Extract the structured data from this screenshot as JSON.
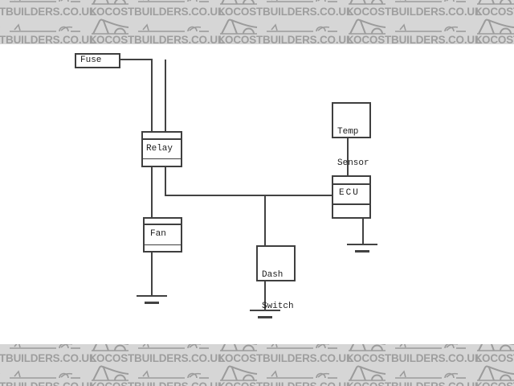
{
  "colors": {
    "diagram_bg": "#ffffff",
    "banner_bg": "#d6d6d6",
    "banner_text": "#9e9e9e",
    "car_sketch": "#9b9b9b",
    "wire": "#424242",
    "box_border": "#3f3f3f"
  },
  "banner": {
    "text": "LOCOSTBUILDERS.CO.UK",
    "icons": [
      "car-front-sketch",
      "car-side-sketch"
    ]
  },
  "diagram": {
    "type": "wiring-diagram",
    "components": {
      "fuse": {
        "label": "Fuse"
      },
      "relay": {
        "label": "Relay"
      },
      "fan": {
        "label": "Fan"
      },
      "dash_switch": {
        "line1": "Dash",
        "line2": "Switch"
      },
      "temp_sensor": {
        "line1": "Temp",
        "line2": "Sensor"
      },
      "ecu": {
        "label": "ECU"
      }
    },
    "grounds": [
      "fan-ground",
      "dash-switch-ground",
      "ecu-ground"
    ],
    "connections": [
      "Fuse to Relay top-left terminal",
      "Open supply line to Relay top-right terminal",
      "Relay bottom-left to Fan to ground",
      "Relay bottom-right to horizontal bus to ECU left",
      "Bus tap down to Dash Switch to ground",
      "Temp Sensor down to ECU top",
      "ECU bottom to ground"
    ]
  }
}
